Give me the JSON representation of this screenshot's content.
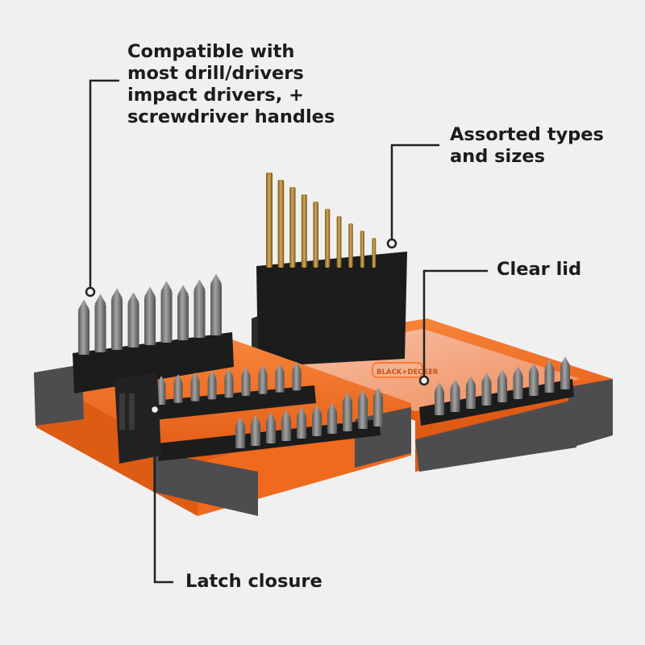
{
  "colors": {
    "background": "#f0f0f0",
    "case_orange": "#f26a1e",
    "case_grey": "#4d4d4f",
    "bit_holder": "#1c1c1c",
    "bit_steel": "#7d7d7d",
    "drill_gold": "#b8893c",
    "callout_text": "#1c1c1c"
  },
  "callouts": {
    "compatible": {
      "lines": [
        "Compatible with",
        "most drill/drivers",
        "impact drivers, +",
        "screwdriver handles"
      ]
    },
    "assorted": {
      "lines": [
        "Assorted types",
        "and sizes"
      ]
    },
    "lid": {
      "lines": [
        "Clear lid"
      ]
    },
    "latch": {
      "lines": [
        "Latch closure"
      ]
    }
  },
  "product": {
    "lid_label": "BLACK+DECKER"
  }
}
